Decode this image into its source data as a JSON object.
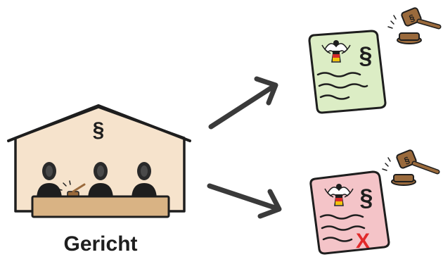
{
  "court": {
    "label": "Gericht",
    "section_symbol": "§"
  },
  "documents": [
    {
      "kind": "accepted",
      "section_symbol": "§"
    },
    {
      "kind": "rejected",
      "section_symbol": "§",
      "mark": "X"
    }
  ],
  "icons": {
    "gavel": "gavel-icon",
    "eagle": "federal-eagle-icon",
    "arrow": "arrow-icon",
    "person": "judge-icon"
  },
  "colors": {
    "building_fill": "#f6e3cc",
    "bench_fill": "#d9b384",
    "doc_accepted_fill": "#dcedc5",
    "doc_rejected_fill": "#f4c4c8",
    "gavel_wood": "#9a6a3c",
    "ink": "#1e1e1e",
    "reject_mark": "#e12a2a"
  }
}
